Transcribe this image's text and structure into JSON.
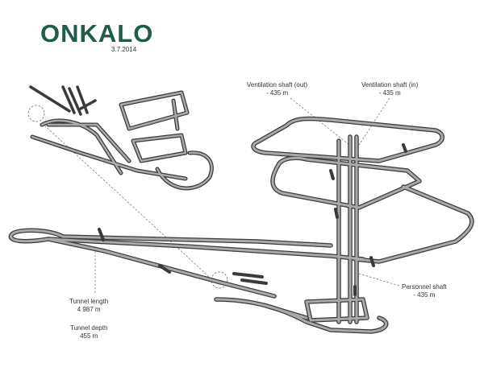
{
  "header": {
    "title": "ONKALO",
    "date": "3.7.2014"
  },
  "colors": {
    "title": "#1f5c4b",
    "tunnel_fill": "#a9a9a9",
    "tunnel_outline": "#3a3a3a",
    "leader": "#555555"
  },
  "labels": {
    "vent_out": {
      "line1": "Ventilation shaft (out)",
      "line2": "- 435 m"
    },
    "vent_in": {
      "line1": "Ventilation shaft (in)",
      "line2": "- 435 m"
    },
    "personnel": {
      "line1": "Personnel shaft",
      "line2": "- 435 m"
    },
    "tunnel_length": {
      "line1": "Tunnel length",
      "line2": "4 987 m"
    },
    "tunnel_depth": {
      "line1": "Tunnel depth",
      "line2": "455 m"
    }
  }
}
